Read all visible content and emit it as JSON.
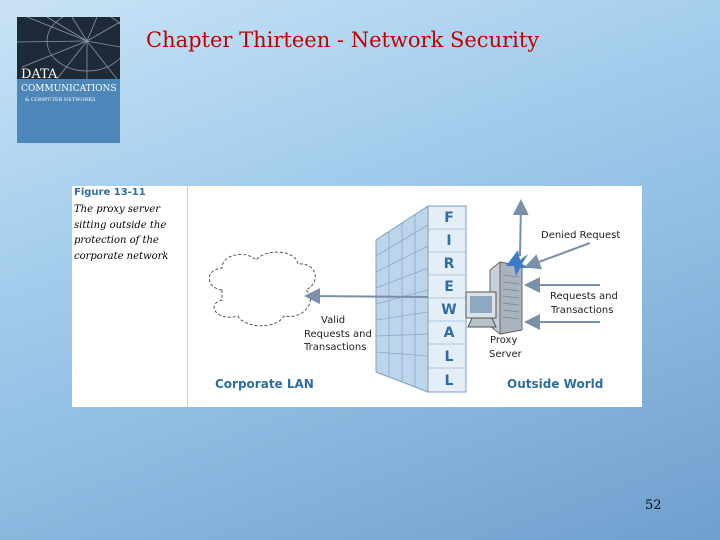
{
  "slide": {
    "title": "Chapter Thirteen - Network Security",
    "page_number": "52"
  },
  "book_cover": {
    "line1": "DATA",
    "line2": "COMMUNICATIONS",
    "line3": "& COMPUTER NETWORKS"
  },
  "figure": {
    "number": "Figure 13-11",
    "caption": "The proxy server sitting outside the protection of the corporate network",
    "firewall_letters": [
      "F",
      "I",
      "R",
      "E",
      "W",
      "A",
      "L",
      "L"
    ],
    "labels": {
      "denied": "Denied Request",
      "requests_1": "Requests and",
      "requests_2": "Transactions",
      "valid_1": "Valid",
      "valid_2": "Requests and",
      "valid_3": "Transactions",
      "proxy_1": "Proxy",
      "proxy_2": "Server",
      "corporate": "Corporate LAN",
      "outside": "Outside World"
    },
    "colors": {
      "accent": "#2e6da4",
      "wall": "#9ec0dd"
    }
  }
}
